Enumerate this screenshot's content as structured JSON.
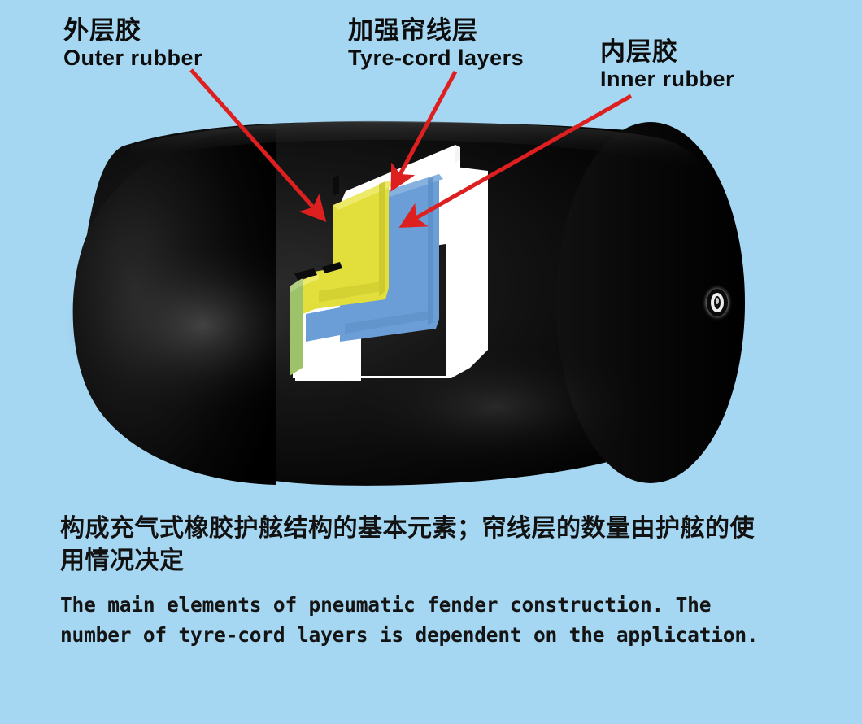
{
  "page": {
    "background_color": "#a5d7f2",
    "subject": "pneumatic rubber fender cutaway diagram"
  },
  "callouts": [
    {
      "id": "outer-rubber",
      "cn": "外层胶",
      "en": "Outer rubber",
      "arrow_color": "#de1f1f",
      "points_to": "black outer rubber skin"
    },
    {
      "id": "tyre-cord-layers",
      "cn": "加强帘线层",
      "en": "Tyre-cord layers",
      "arrow_color": "#de1f1f",
      "points_to": "yellow cord layer"
    },
    {
      "id": "inner-rubber",
      "cn": "内层胶",
      "en": "Inner rubber",
      "arrow_color": "#de1f1f",
      "points_to": "blue inner rubber layer"
    }
  ],
  "figure": {
    "name": "pneumatic-fender-cutaway",
    "body_color": "#0a0a0a",
    "cutaway": {
      "outer_shell_color": "#ffffff",
      "cord_layer_color": "#e2df3c",
      "inner_rubber_color": "#6b9ed6",
      "edge_strip_color": "#9ec269"
    },
    "valve": {
      "name": "valve-fitting",
      "color": "#ffffff"
    }
  },
  "caption": {
    "cn": "构成充气式橡胶护舷结构的基本元素；帘线层的数量由护舷的使用情况决定",
    "en": "The main elements of pneumatic fender construction. The number of tyre-cord layers is dependent on the application."
  }
}
